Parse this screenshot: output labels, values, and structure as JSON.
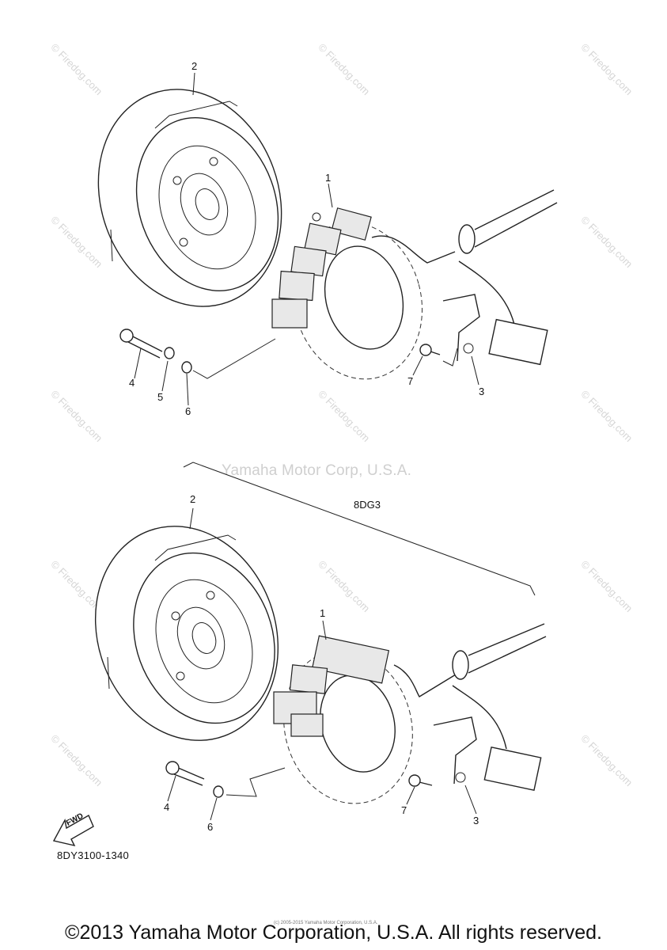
{
  "diagram": {
    "callouts_top": [
      "1",
      "2",
      "3",
      "4",
      "5",
      "6",
      "7"
    ],
    "callouts_bottom": [
      "1",
      "2",
      "3",
      "4",
      "6",
      "7"
    ],
    "group_label": "8DG3",
    "part_code": "8DY3100-1340",
    "fwd_label": "FWD"
  },
  "watermarks": {
    "site": "© Firedog.com",
    "center": "Yamaha Motor Corp, U.S.A."
  },
  "footer": {
    "copyright": "©2013 Yamaha Motor Corporation, U.S.A. All rights reserved.",
    "small_copyright": "(c) 2005-2015 Yamaha Motor Corporation, U.S.A."
  }
}
